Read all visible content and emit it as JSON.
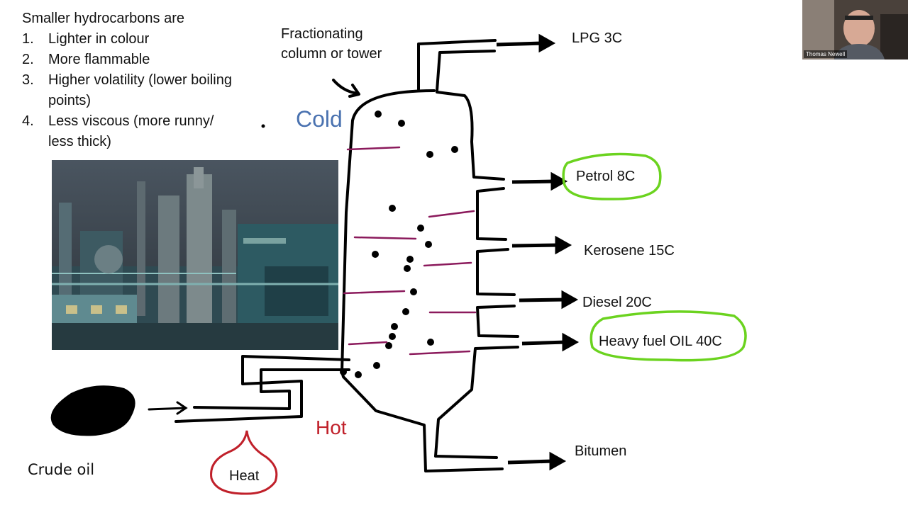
{
  "intro": {
    "heading": "Smaller hydrocarbons are",
    "items": [
      {
        "num": "1.",
        "text": "Lighter in colour"
      },
      {
        "num": "2.",
        "text": "More flammable"
      },
      {
        "num": "3.",
        "text": "Higher volatility (lower boiling points)"
      },
      {
        "num": "4.",
        "text": "Less viscous (more runny/ less thick)"
      }
    ]
  },
  "column_label": {
    "line1": "Fractionating",
    "line2": "column or tower"
  },
  "cold_label": "Cold",
  "hot_label": "Hot",
  "heat_label": "Heat",
  "crude_label": "Crude oil",
  "fractions": {
    "lpg": "LPG  3C",
    "petrol": "Petrol 8C",
    "kerosene": "Kerosene 15C",
    "diesel": "Diesel 20C",
    "heavy_fuel": "Heavy fuel  OIL  40C",
    "bitumen": "Bitumen"
  },
  "webcam": {
    "name": "Thomas Newell"
  },
  "colors": {
    "ink": "#000000",
    "tray": "#8b1a5c",
    "highlight": "#6bd31f",
    "heat": "#c0202a",
    "cold": "#4a72b0"
  }
}
